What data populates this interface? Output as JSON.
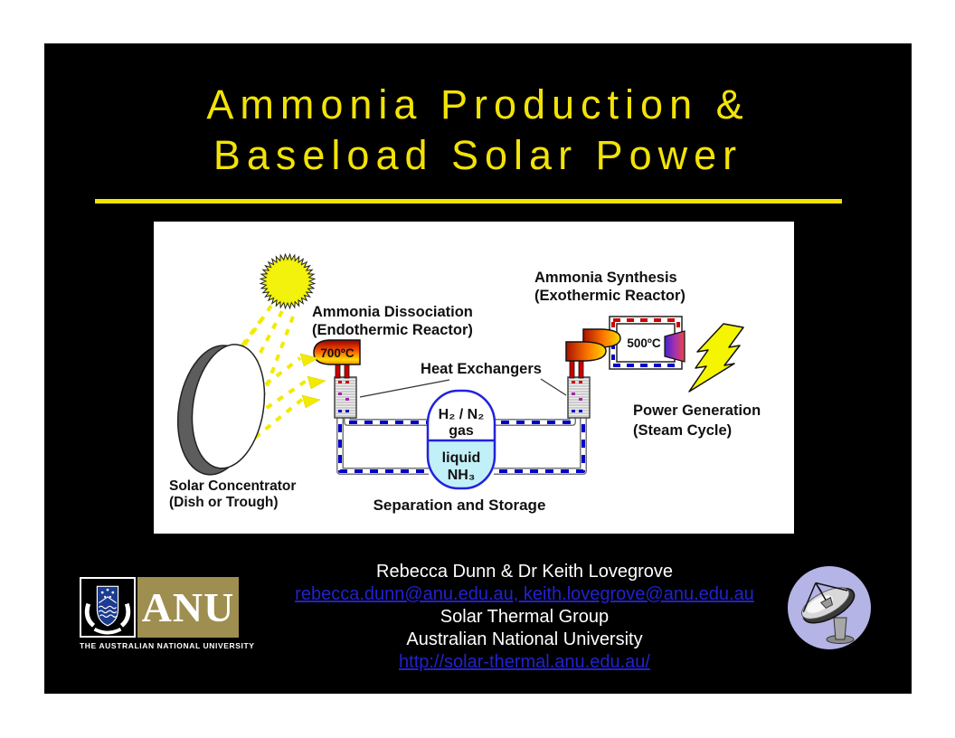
{
  "slide": {
    "title_line1": "Ammonia Production &",
    "title_line2": "Baseload Solar Power"
  },
  "diagram": {
    "labels": {
      "dissociation_line1": "Ammonia Dissociation",
      "dissociation_line2": "(Endothermic Reactor)",
      "synthesis_line1": "Ammonia Synthesis",
      "synthesis_line2": "(Exothermic Reactor)",
      "heat_exchangers": "Heat Exchangers",
      "power_line1": "Power Generation",
      "power_line2": "(Steam Cycle)",
      "concentrator_line1": "Solar Concentrator",
      "concentrator_line2": "(Dish or Trough)",
      "separation": "Separation and Storage",
      "temp_hot": "700ºC",
      "temp_warm": "500ºC",
      "tank_top_line1": "H₂ / N₂",
      "tank_top_line2": "gas",
      "tank_bottom_line1": "liquid",
      "tank_bottom_line2": "NH₃"
    }
  },
  "footer": {
    "authors": "Rebecca Dunn & Dr Keith Lovegrove",
    "emails": "rebecca.dunn@anu.edu.au, keith.lovegrove@anu.edu.au",
    "group": "Solar Thermal Group",
    "university": "Australian National University",
    "website": "http://solar-thermal.anu.edu.au/"
  },
  "logos": {
    "anu_text": "ANU",
    "anu_tagline": "THE AUSTRALIAN NATIONAL UNIVERSITY"
  },
  "colors": {
    "accent_yellow": "#f2e307",
    "link_blue": "#2222cc",
    "anu_gold": "#9e8e50",
    "tank_liquid": "#c2f0f8",
    "pipe_blue": "#0000cc",
    "hot_red": "#cc0000"
  }
}
